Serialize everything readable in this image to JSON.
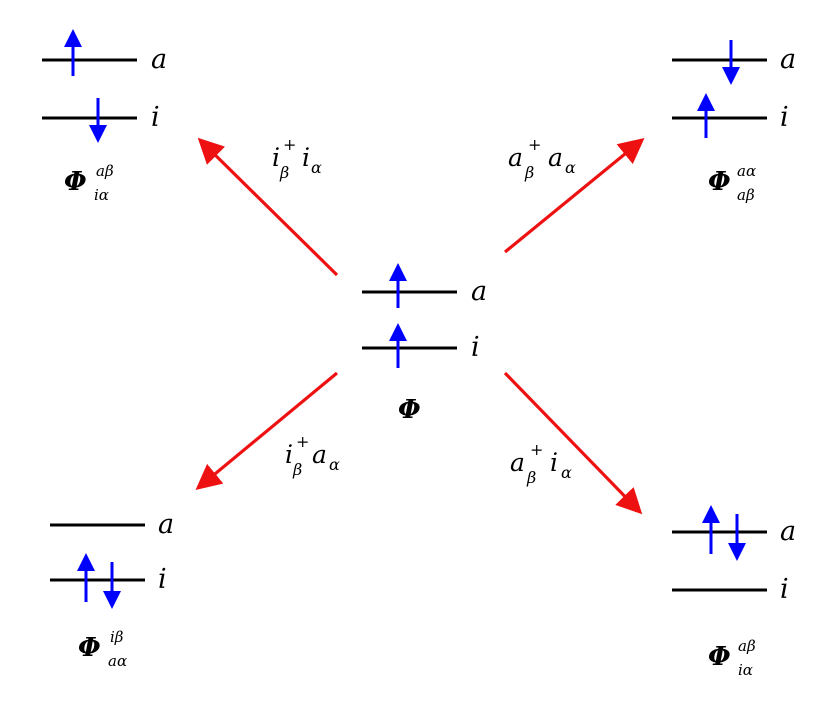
{
  "colors": {
    "level": "#000000",
    "spin_arrow": "#0000ff",
    "excitation_arrow": "#ee1111"
  },
  "level_labels": {
    "upper": "a",
    "lower": "i"
  },
  "center": {
    "symbol": "Φ"
  },
  "states": {
    "top_left": {
      "symbol": "Φ",
      "sup": "aβ",
      "sub": "iα",
      "upper_spin": "up",
      "lower_spin": "down"
    },
    "top_right": {
      "symbol": "Φ",
      "sup": "aα",
      "sub": "aβ",
      "upper_spin": "down",
      "lower_spin": "up"
    },
    "bottom_left": {
      "symbol": "Φ",
      "sup": "iβ",
      "sub": "aα",
      "upper_spin": "none",
      "lower_spin": "up-down"
    },
    "bottom_right": {
      "symbol": "Φ",
      "sup": "aβ",
      "sub": "iα",
      "upper_spin": "up-down",
      "lower_spin": "none"
    }
  },
  "operators": {
    "top_left": {
      "op1": "i",
      "op1_sup": "+",
      "op1_sub": "β",
      "op2": "i",
      "op2_sub": "α"
    },
    "top_right": {
      "op1": "a",
      "op1_sup": "+",
      "op1_sub": "β",
      "op2": "a",
      "op2_sub": "α"
    },
    "bottom_left": {
      "op1": "i",
      "op1_sup": "+",
      "op1_sub": "β",
      "op2": "a",
      "op2_sub": "α"
    },
    "bottom_right": {
      "op1": "a",
      "op1_sup": "+",
      "op1_sub": "β",
      "op2": "i",
      "op2_sub": "α"
    }
  }
}
